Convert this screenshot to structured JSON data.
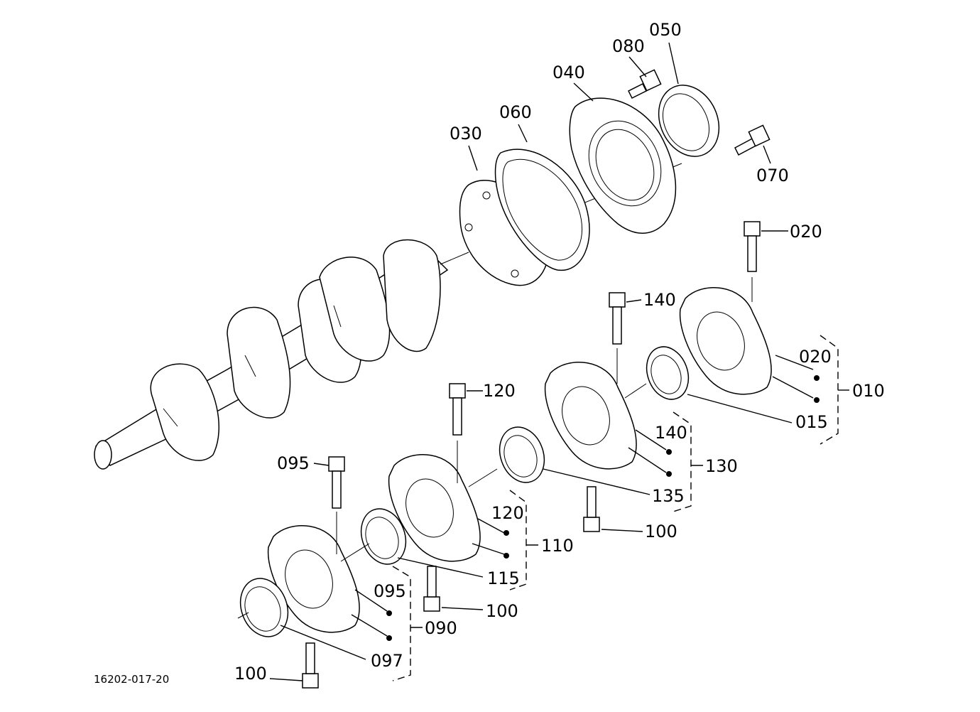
{
  "diagram": {
    "drawing_code": "16202-017-20",
    "labels": {
      "p050": "050",
      "p080": "080",
      "p040": "040",
      "p060": "060",
      "p030": "030",
      "p070": "070",
      "p020a": "020",
      "p140a": "140",
      "p020b": "020",
      "p010": "010",
      "p015": "015",
      "p120a": "120",
      "p140b": "140",
      "p130": "130",
      "p095a": "095",
      "p135": "135",
      "p120b": "120",
      "p100a": "100",
      "p110": "110",
      "p115": "115",
      "p095b": "095",
      "p100b": "100",
      "p090": "090",
      "p097": "097",
      "p100c": "100"
    }
  }
}
